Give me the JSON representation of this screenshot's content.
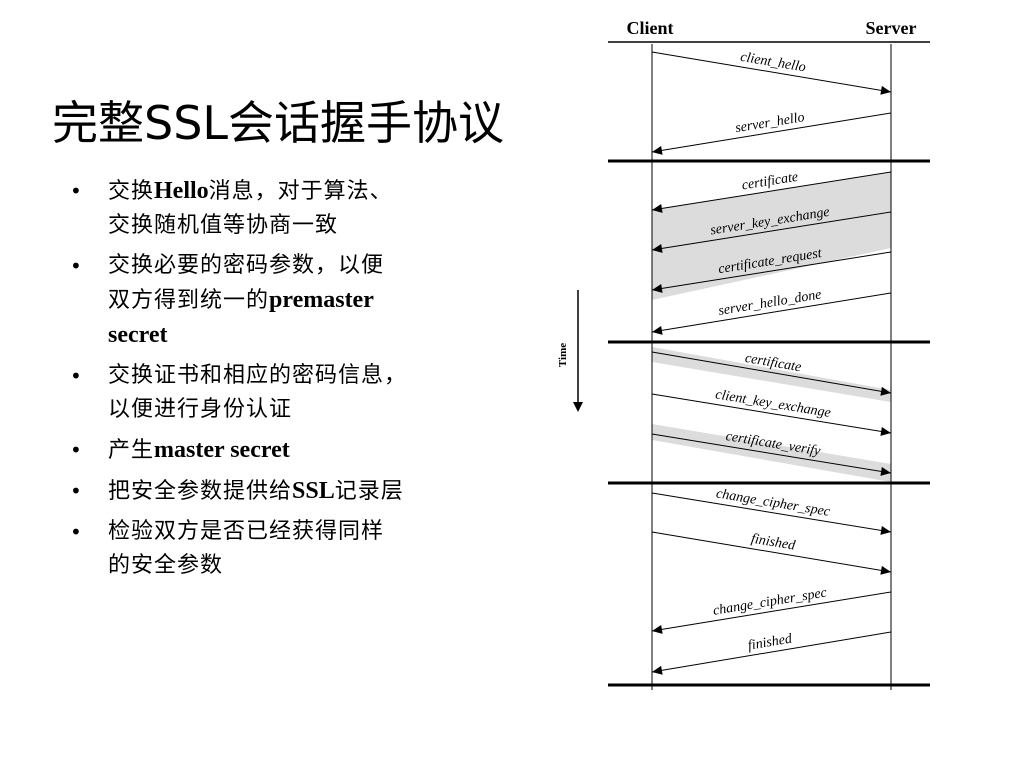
{
  "title": "完整SSL会话握手协议",
  "bullets": [
    {
      "parts": [
        {
          "t": "交换"
        },
        {
          "t": "Hello",
          "b": true
        },
        {
          "t": "消息，对于算法、"
        },
        {
          "br": true
        },
        {
          "t": "交换随机值等协商一致"
        }
      ]
    },
    {
      "parts": [
        {
          "t": "交换必要的密码参数，以便"
        },
        {
          "br": true
        },
        {
          "t": "双方得到统一的"
        },
        {
          "t": "premaster",
          "b": true
        },
        {
          "br": true
        },
        {
          "t": "secret",
          "b": true
        }
      ]
    },
    {
      "parts": [
        {
          "t": "交换证书和相应的密码信息，"
        },
        {
          "br": true
        },
        {
          "t": "以便进行身份认证"
        }
      ]
    },
    {
      "parts": [
        {
          "t": "产生"
        },
        {
          "t": "master secret",
          "b": true
        }
      ]
    },
    {
      "parts": [
        {
          "t": "把安全参数提供给"
        },
        {
          "t": "SSL",
          "b": true
        },
        {
          "t": "记录层"
        }
      ]
    },
    {
      "parts": [
        {
          "t": "检验双方是否已经获得同样"
        },
        {
          "br": true
        },
        {
          "t": "的安全参数"
        }
      ]
    }
  ],
  "diagram": {
    "client_label": "Client",
    "server_label": "Server",
    "time_label": "Time",
    "messages": [
      {
        "label": "client_hello",
        "dir": "to_server",
        "shaded": false
      },
      {
        "label": "server_hello",
        "dir": "to_client",
        "shaded": false
      },
      {
        "label": "certificate",
        "dir": "to_client",
        "shaded": true
      },
      {
        "label": "server_key_exchange",
        "dir": "to_client",
        "shaded": true
      },
      {
        "label": "certificate_request",
        "dir": "to_client",
        "shaded": true
      },
      {
        "label": "server_hello_done",
        "dir": "to_client",
        "shaded": false
      },
      {
        "label": "certificate",
        "dir": "to_server",
        "shaded": true
      },
      {
        "label": "client_key_exchange",
        "dir": "to_server",
        "shaded": false
      },
      {
        "label": "certificate_verify",
        "dir": "to_server",
        "shaded": true
      },
      {
        "label": "change_cipher_spec",
        "dir": "to_server",
        "shaded": false
      },
      {
        "label": "finished",
        "dir": "to_server",
        "shaded": false
      },
      {
        "label": "change_cipher_spec",
        "dir": "to_client",
        "shaded": false
      },
      {
        "label": "finished",
        "dir": "to_client",
        "shaded": false
      }
    ]
  }
}
